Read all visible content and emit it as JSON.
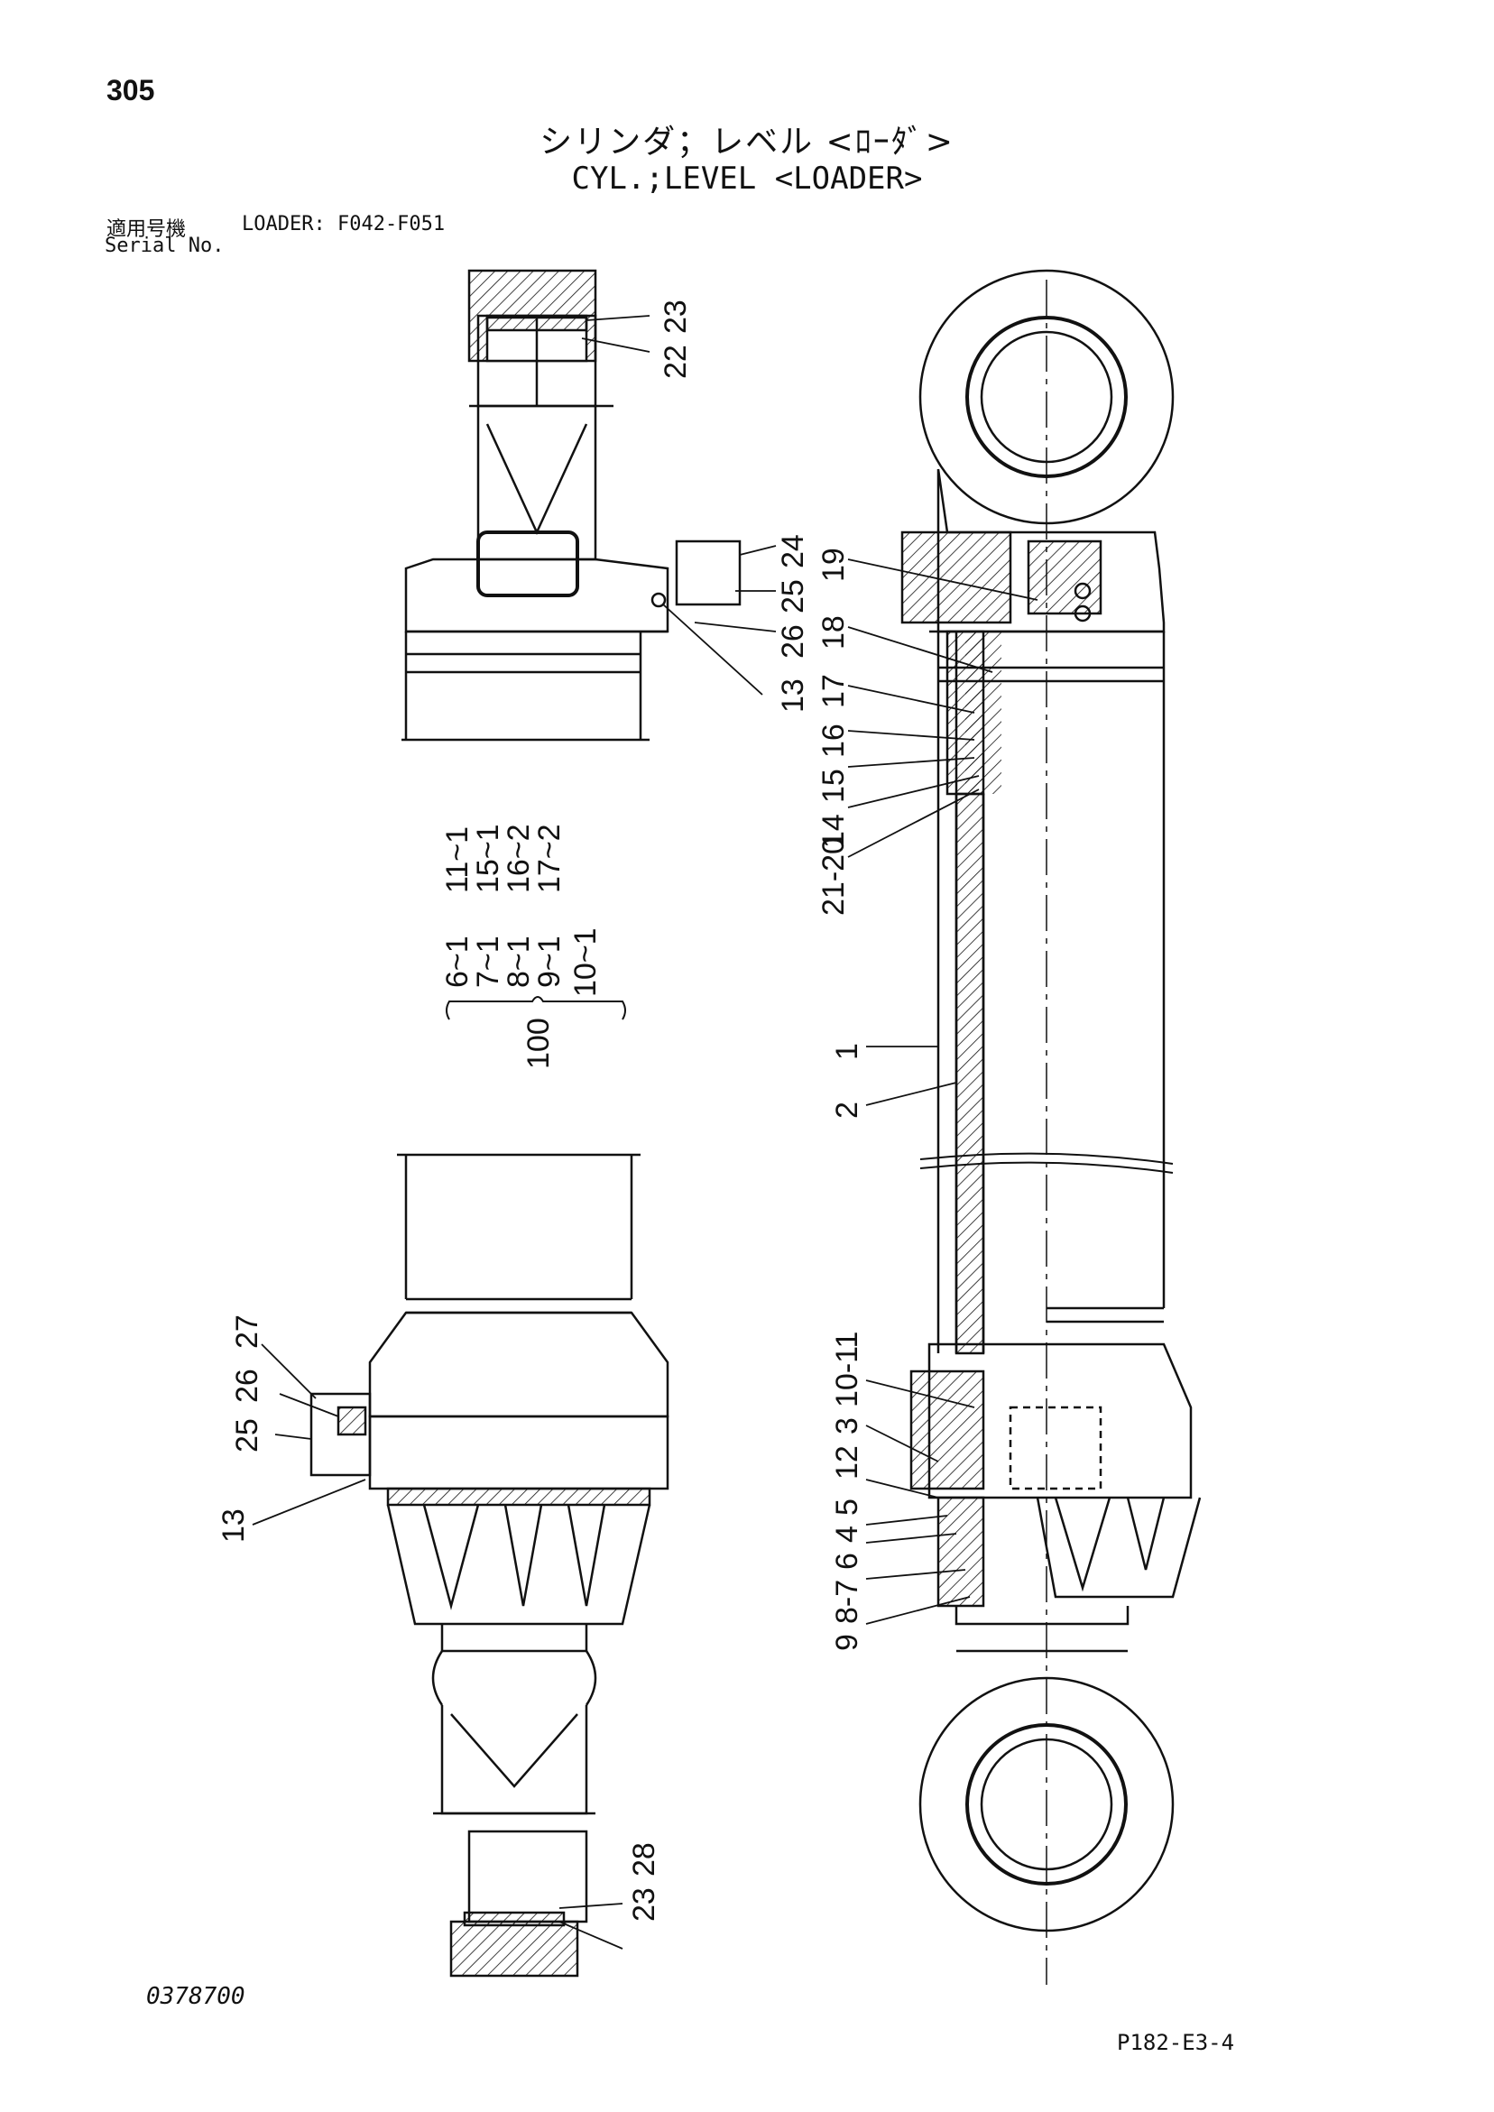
{
  "header": {
    "page_number": "305",
    "title_jp": "シリンダ；レベル <ﾛｰﾀﾞ>",
    "title_en": "CYL.;LEVEL <LOADER>",
    "serial_label_jp": "適用号機",
    "serial_range": "LOADER: F042-F051",
    "serial_label_en": "Serial No."
  },
  "footer": {
    "drawing_number": "0378700",
    "reference_code": "P182-E3-4"
  },
  "callouts": {
    "top_detail": [
      "23",
      "22",
      "24",
      "25",
      "26",
      "13"
    ],
    "right_assembly": [
      "19",
      "18",
      "17",
      "16",
      "15",
      "14",
      "21-20",
      "1",
      "2",
      "10-11",
      "3",
      "12",
      "5",
      "4",
      "6",
      "8-7",
      "9"
    ],
    "bottom_detail": [
      "27",
      "26",
      "25",
      "13",
      "28",
      "23"
    ]
  },
  "kit": {
    "number": "100",
    "col1": [
      "6~1",
      "7~1",
      "8~1",
      "9~1",
      "10~1"
    ],
    "col2": [
      "11~1",
      "15~1",
      "16~2",
      "17~2"
    ]
  },
  "colors": {
    "ink": "#111111",
    "paper": "#ffffff"
  }
}
